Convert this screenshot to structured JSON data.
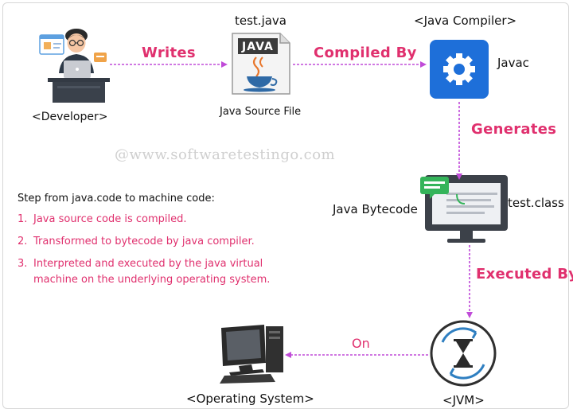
{
  "nodes": {
    "developer": "<Developer>",
    "source_file_name": "test.java",
    "source_file_caption": "Java Source File",
    "java_logo_text": "JAVA",
    "compiler_title": "<Java Compiler>",
    "compiler_name": "Javac",
    "bytecode_label": "Java Bytecode",
    "class_file": "test.class",
    "jvm": "<JVM>",
    "os": "<Operating System>"
  },
  "edges": {
    "writes": "Writes",
    "compiled_by": "Compiled By",
    "generates": "Generates",
    "executed_by": "Executed By",
    "on": "On"
  },
  "watermark": "@www.softwaretestingo.com",
  "steps": {
    "heading": "Step from java.code to machine code:",
    "items": [
      {
        "num": "1.",
        "text": "Java source code is compiled."
      },
      {
        "num": "2.",
        "text": "Transformed to bytecode by java compiler."
      },
      {
        "num": "3.",
        "text": "Interpreted and executed by the java virtual machine on the underlying operating system."
      }
    ]
  },
  "colors": {
    "accent": "#e0306e",
    "arrow": "#c04bd8",
    "compiler_blue": "#1e6fd9",
    "monitor_dark": "#3c4149",
    "jvm_blue": "#2f7fc1"
  }
}
